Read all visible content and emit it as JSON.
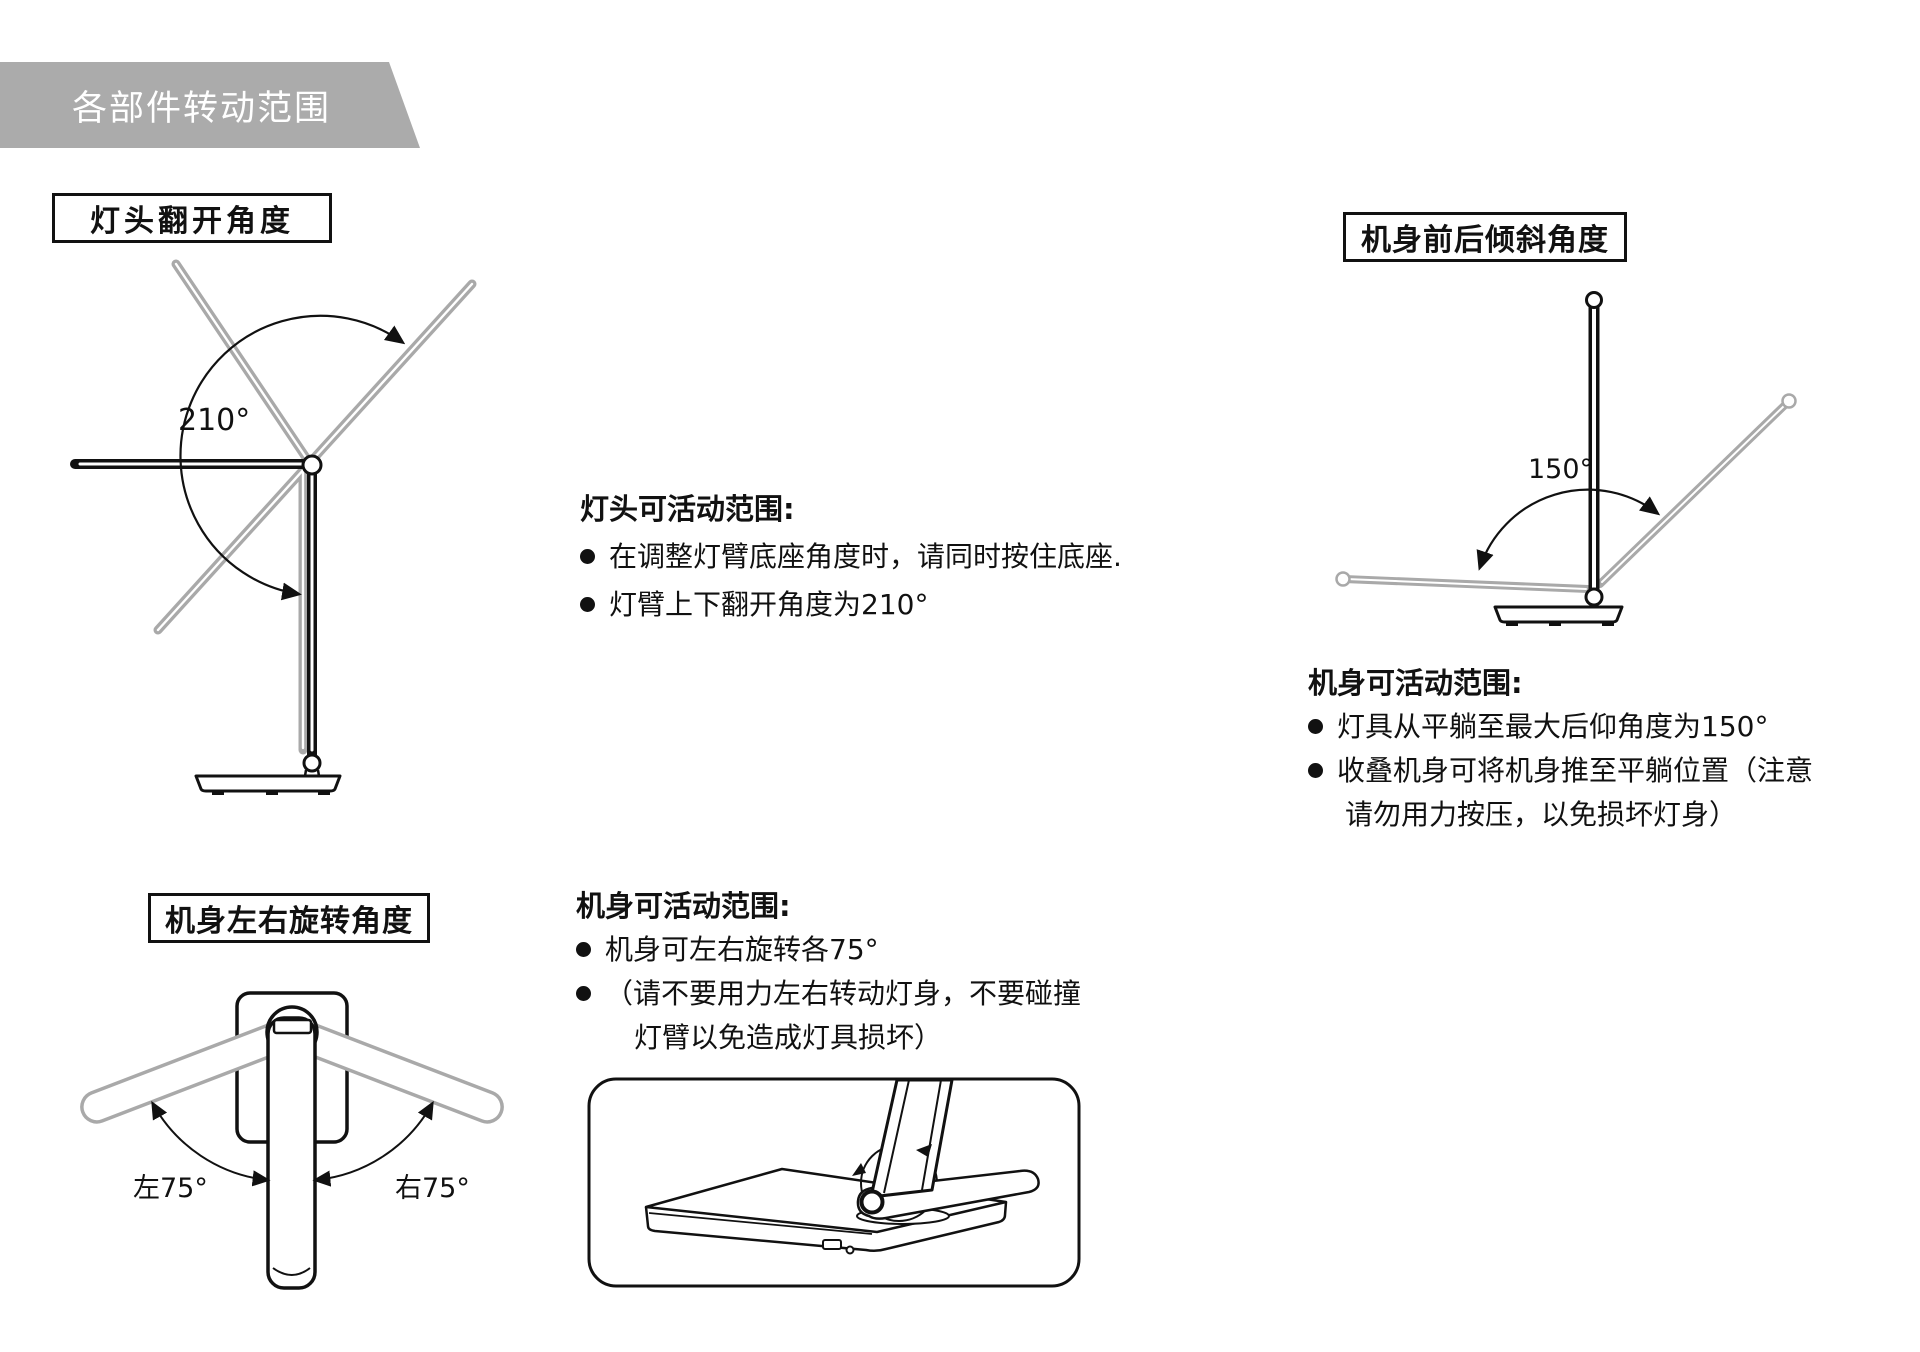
{
  "banner": {
    "label": "各部件转动范围"
  },
  "colors": {
    "banner_bg": "#ababab",
    "line": "#111111",
    "gray_arm": "#a9a9a9",
    "page_bg": "#ffffff"
  },
  "sections": {
    "lamp_head": {
      "box_title": "灯头翻开角度",
      "angle_label": "210°",
      "notes_heading": "灯头可活动范围:",
      "bullet_1": "在调整灯臂底座角度时，请同时按住底座.",
      "bullet_2": "灯臂上下翻开角度为210°"
    },
    "body_tilt": {
      "box_title": "机身前后倾斜角度",
      "angle_label": "150°",
      "notes_heading": "机身可活动范围:",
      "bullet_1": "灯具从平躺至最大后仰角度为150°",
      "bullet_2": "收叠机身可将机身推至平躺位置（注意",
      "bullet_2_cont": "请勿用力按压，以免损坏灯身）"
    },
    "body_rotate": {
      "box_title": "机身左右旋转角度",
      "angle_label_left": "左75°",
      "angle_label_right": "右75°",
      "notes_heading": "机身可活动范围:",
      "bullet_1": "机身可左右旋转各75°",
      "bullet_2": "（请不要用力左右转动灯身，不要碰撞",
      "bullet_2_cont": "灯臂以免造成灯具损坏）"
    }
  }
}
